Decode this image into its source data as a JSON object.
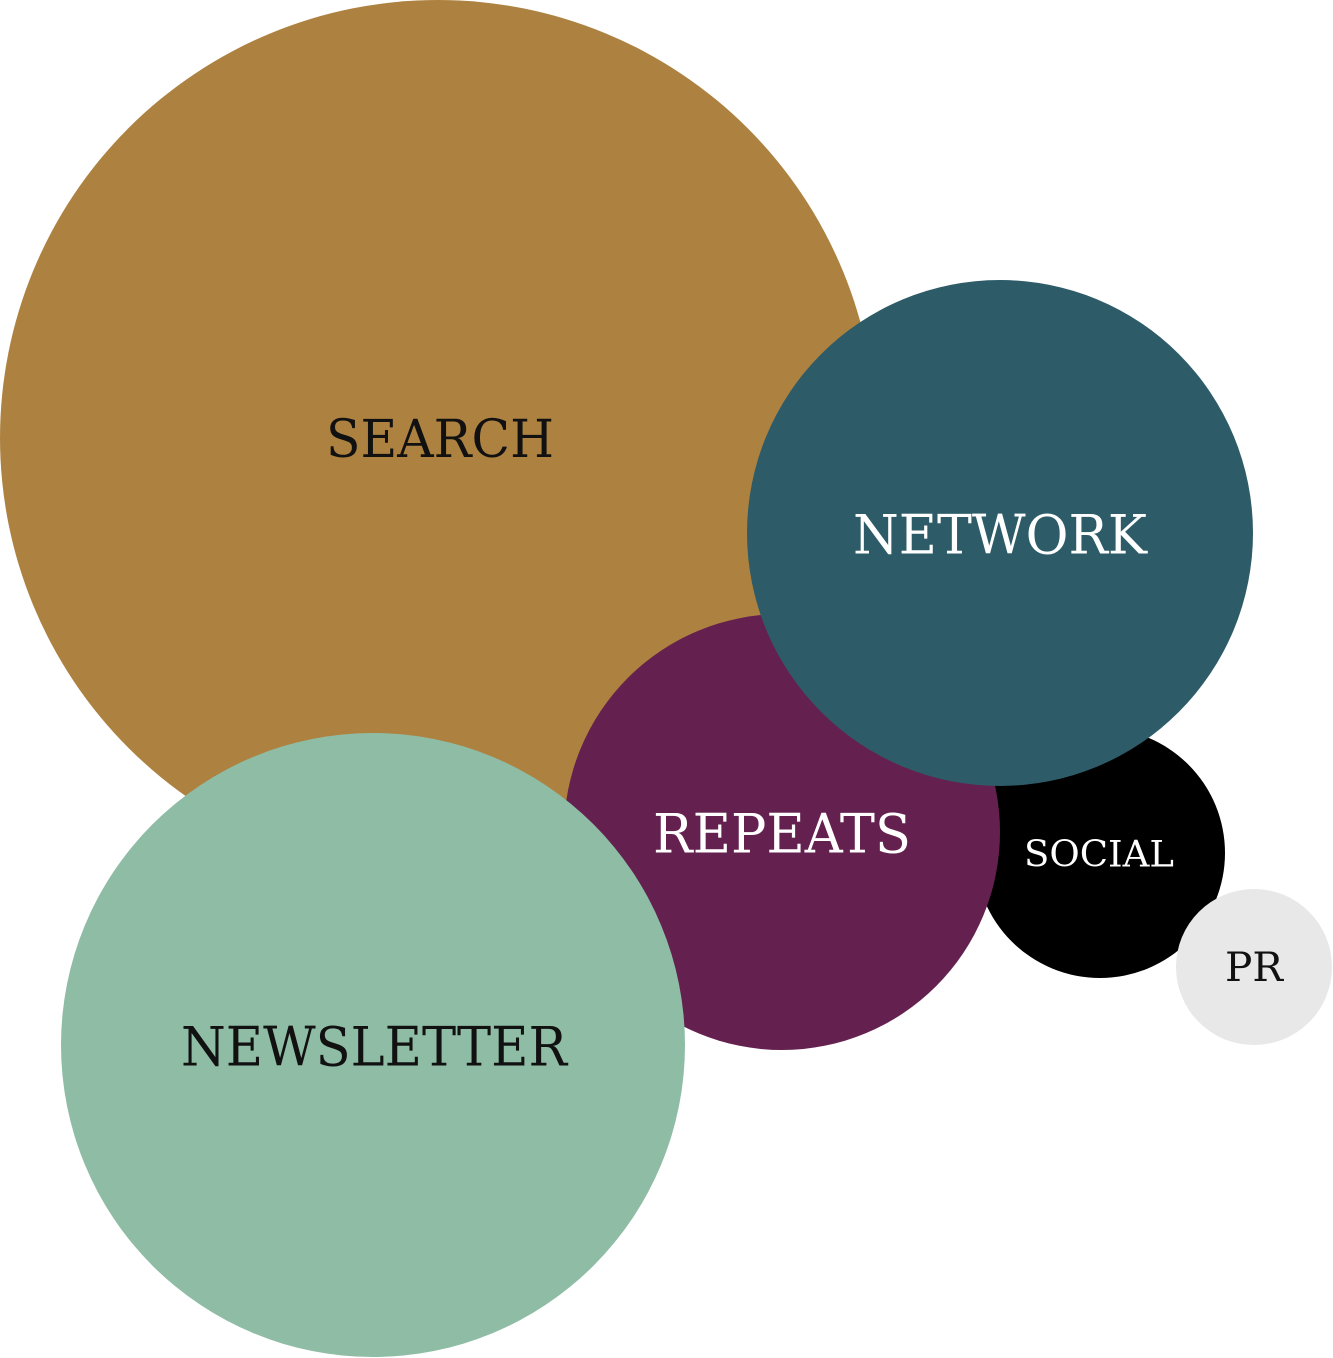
{
  "diagram": {
    "bubbles": [
      {
        "id": "search",
        "label": "SEARCH",
        "color": "#AD8240",
        "text_color": "#111111"
      },
      {
        "id": "network",
        "label": "NETWORK",
        "color": "#2D5C68",
        "text_color": "#FFFFFF"
      },
      {
        "id": "repeats",
        "label": "REPEATS",
        "color": "#64214F",
        "text_color": "#FFFFFF"
      },
      {
        "id": "social",
        "label": "SOCIAL",
        "color": "#000000",
        "text_color": "#FFFFFF"
      },
      {
        "id": "pr",
        "label": "PR",
        "color": "#E8E8E8",
        "text_color": "#111111"
      },
      {
        "id": "newsletter",
        "label": "NEWSLETTER",
        "color": "#8FBCA5",
        "text_color": "#111111"
      }
    ]
  }
}
